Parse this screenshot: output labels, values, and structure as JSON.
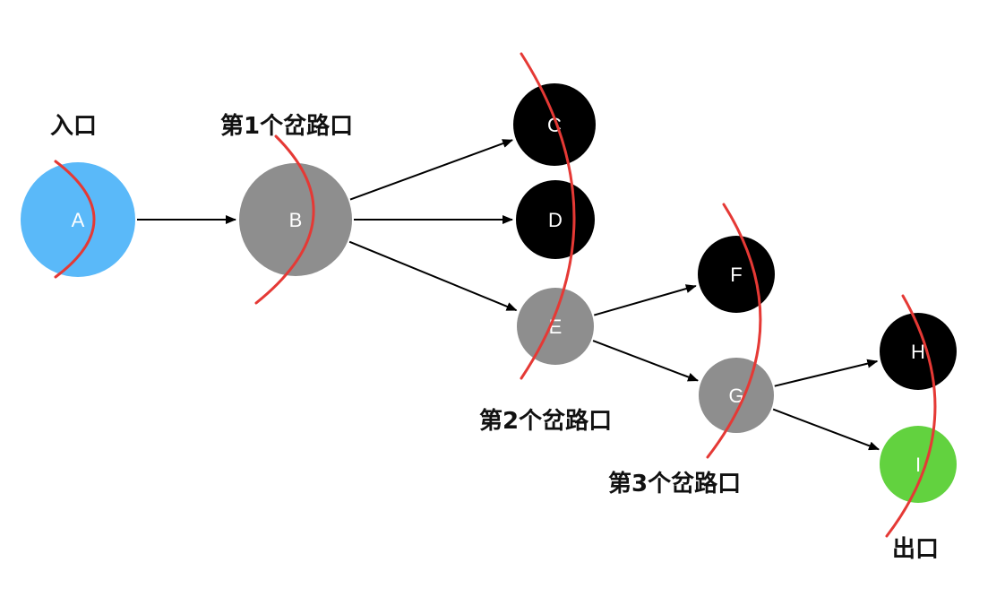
{
  "colors": {
    "entry": "#5ab9f9",
    "junction": "#8e8e8e",
    "dead_end": "#000000",
    "exit": "#62d23f",
    "cut_line": "#e53935",
    "edge": "#000000"
  },
  "captions": {
    "entry": "入口",
    "fork1": "第1个岔路口",
    "fork2": "第2个岔路口",
    "fork3": "第3个岔路口",
    "exit": "出口"
  },
  "nodes": [
    {
      "id": "A",
      "label": "A",
      "kind": "entry"
    },
    {
      "id": "B",
      "label": "B",
      "kind": "junction"
    },
    {
      "id": "C",
      "label": "C",
      "kind": "dead_end"
    },
    {
      "id": "D",
      "label": "D",
      "kind": "dead_end"
    },
    {
      "id": "E",
      "label": "E",
      "kind": "junction"
    },
    {
      "id": "F",
      "label": "F",
      "kind": "dead_end"
    },
    {
      "id": "G",
      "label": "G",
      "kind": "junction"
    },
    {
      "id": "H",
      "label": "H",
      "kind": "dead_end"
    },
    {
      "id": "I",
      "label": "I",
      "kind": "exit"
    }
  ],
  "edges": [
    {
      "from": "A",
      "to": "B"
    },
    {
      "from": "B",
      "to": "C"
    },
    {
      "from": "B",
      "to": "D"
    },
    {
      "from": "B",
      "to": "E"
    },
    {
      "from": "E",
      "to": "F"
    },
    {
      "from": "E",
      "to": "G"
    },
    {
      "from": "G",
      "to": "H"
    },
    {
      "from": "G",
      "to": "I"
    }
  ]
}
